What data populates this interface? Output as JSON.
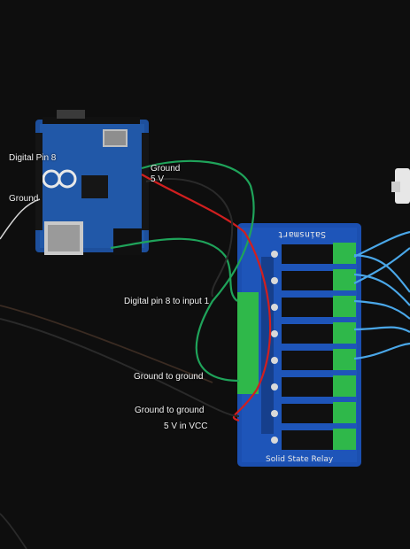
{
  "photo": {
    "background": "#0b0b0b",
    "arduino_color": "#1d4f9c",
    "relay_board_color": "#1b4fb0",
    "relay_block_color": "#101010",
    "terminal_green": "#2fb84a",
    "wire_colors": {
      "red": "#d11f1f",
      "green": "#1fa35a",
      "black": "#1a1a1a",
      "blue": "#4aa7e8",
      "white": "#d8d8d8"
    }
  },
  "annotations": {
    "digital_pin": "Digital Pin 8",
    "ground_left": "Ground",
    "ground_right": "Ground",
    "five_v": "5 V",
    "digital_pin_to_input": "Digital pin 8 to input 1",
    "ground_to_ground_1": "Ground to ground",
    "ground_to_ground_2": "Ground to ground",
    "five_v_in_vcc": "5 V in VCC"
  },
  "board_text": {
    "brand": "Sainsmart",
    "product": "Solid State Relay"
  }
}
